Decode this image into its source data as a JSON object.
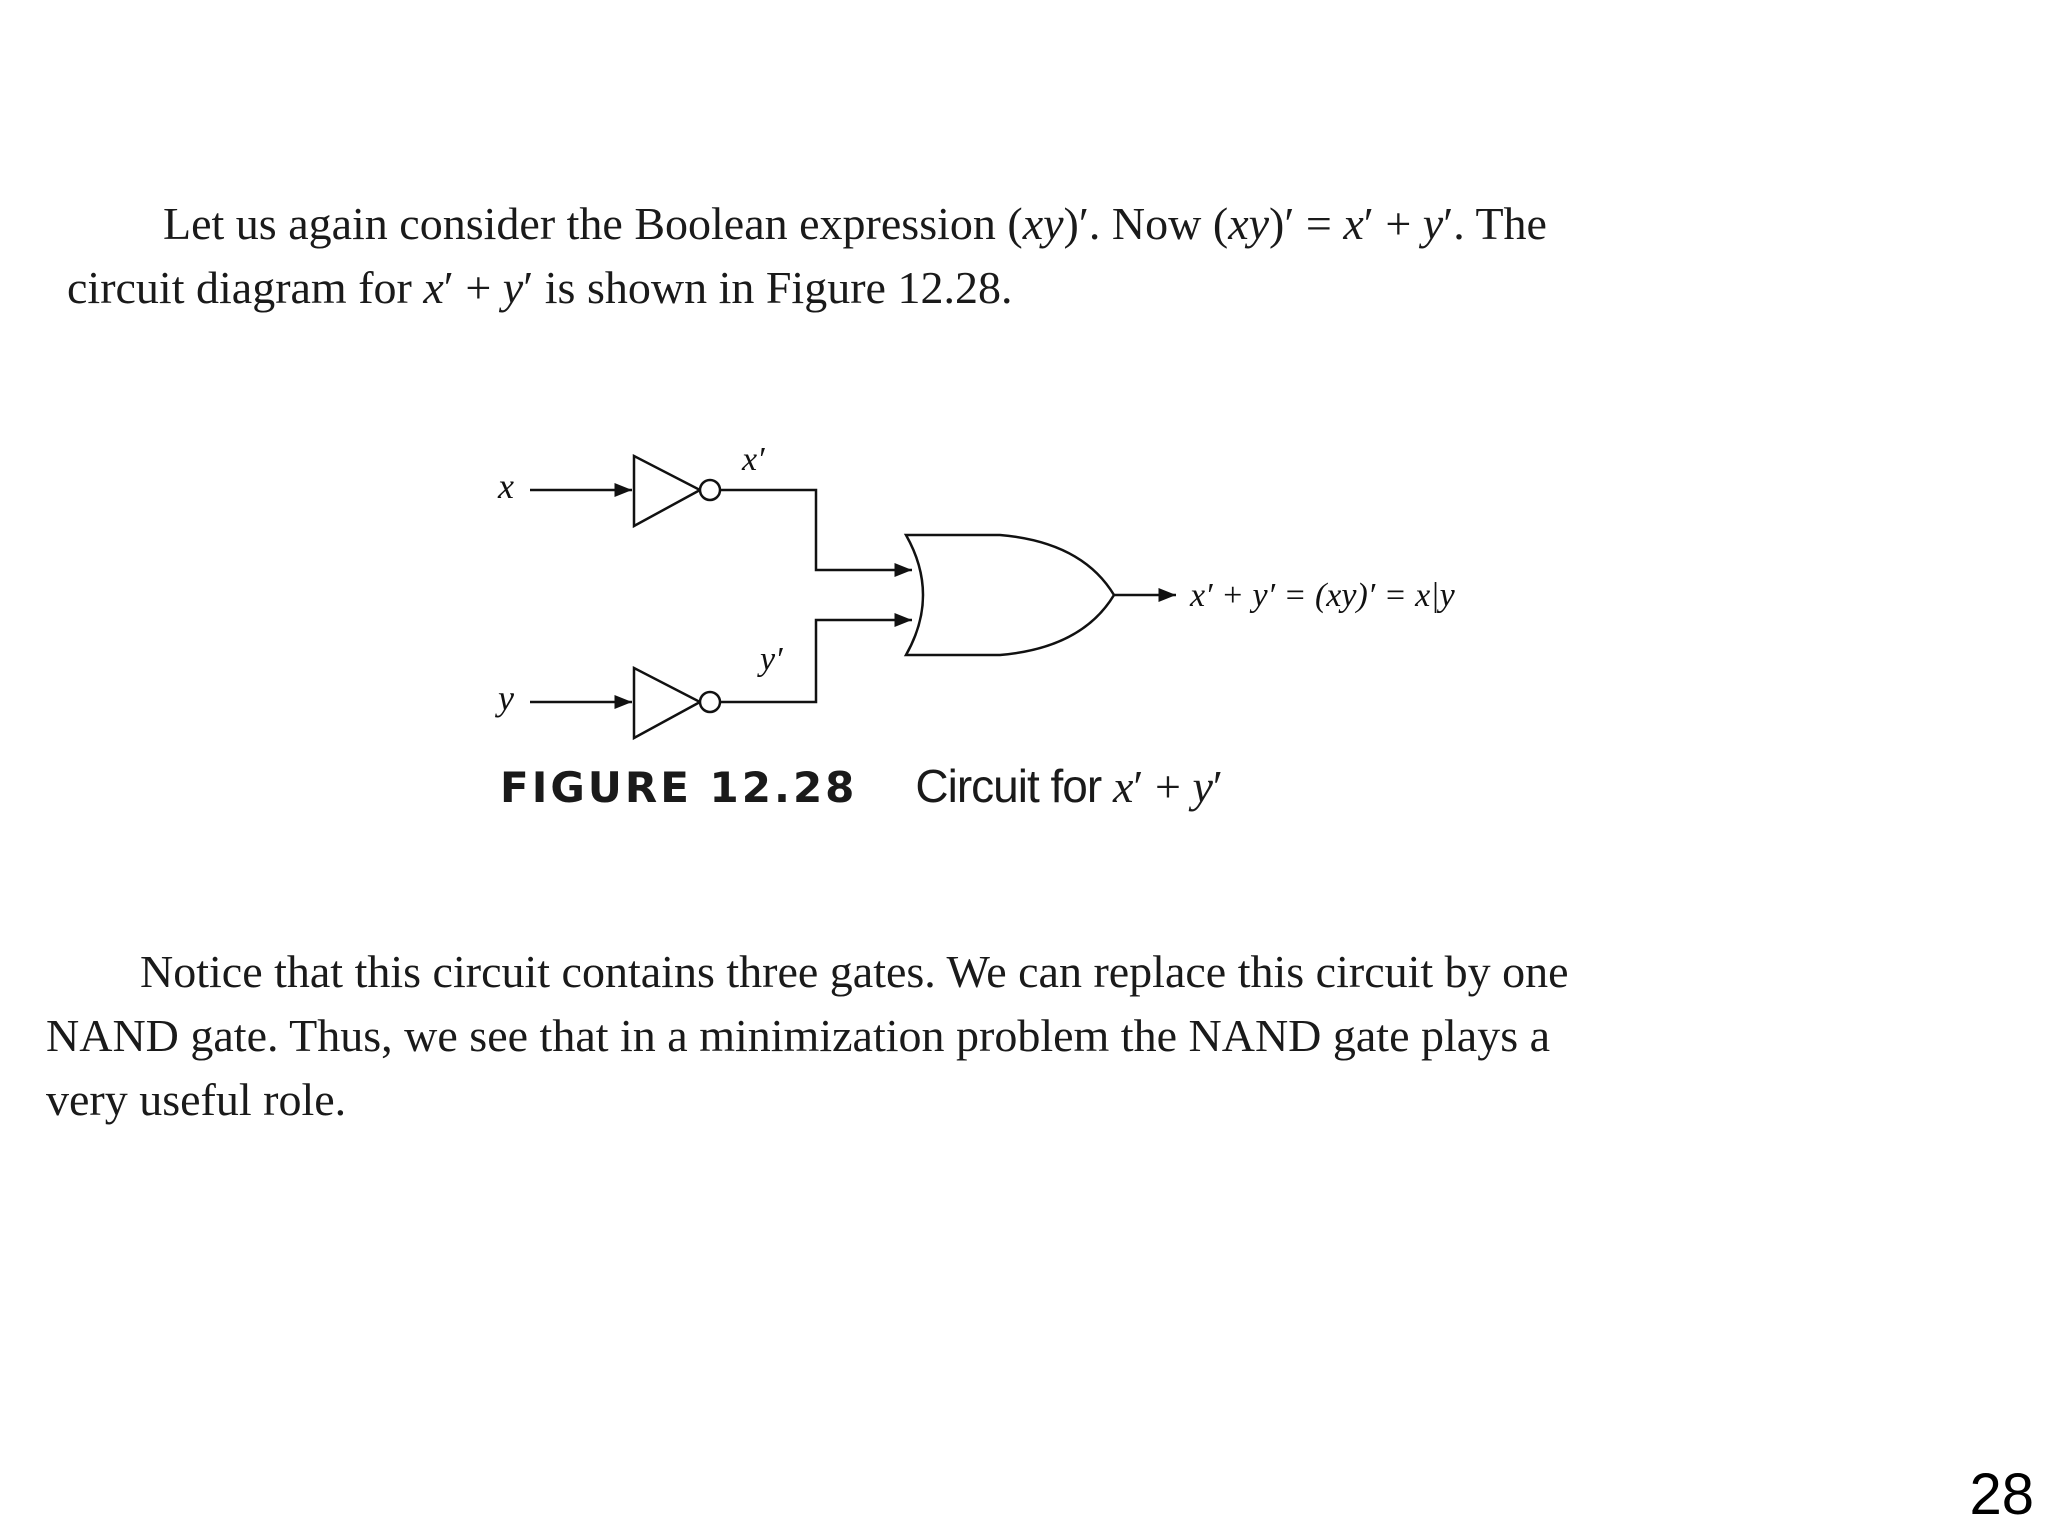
{
  "paragraph1": {
    "line1_a": "Let us again consider the Boolean expression (",
    "line1_b": "xy",
    "line1_c": ")′. Now (",
    "line1_d": "xy",
    "line1_e": ")′ = ",
    "line1_f": "x",
    "line1_g": "′ + ",
    "line1_h": "y",
    "line1_i": "′. The",
    "line2_a": "circuit diagram for ",
    "line2_b": "x",
    "line2_c": "′ + ",
    "line2_d": "y",
    "line2_e": "′ is shown in Figure 12.28."
  },
  "figure": {
    "input_x": "x",
    "input_y": "y",
    "label_x_prime": "x′",
    "label_y_prime": "y′",
    "output_expression": "x′ + y′ = (xy)′ = x|y",
    "caption_label": "FIGURE 12.28",
    "caption_title": "Circuit for ",
    "caption_expr_x": "x",
    "caption_expr_mid": "′ + ",
    "caption_expr_y": "y",
    "caption_expr_end": "′",
    "gates": [
      "NOT",
      "NOT",
      "OR"
    ]
  },
  "paragraph2": {
    "line1": "Notice that this circuit contains three gates. We can replace this circuit by one",
    "line2": "NAND gate. Thus, we see that in a minimization problem the NAND gate plays a",
    "line3": "very useful role."
  },
  "page_number": "28"
}
